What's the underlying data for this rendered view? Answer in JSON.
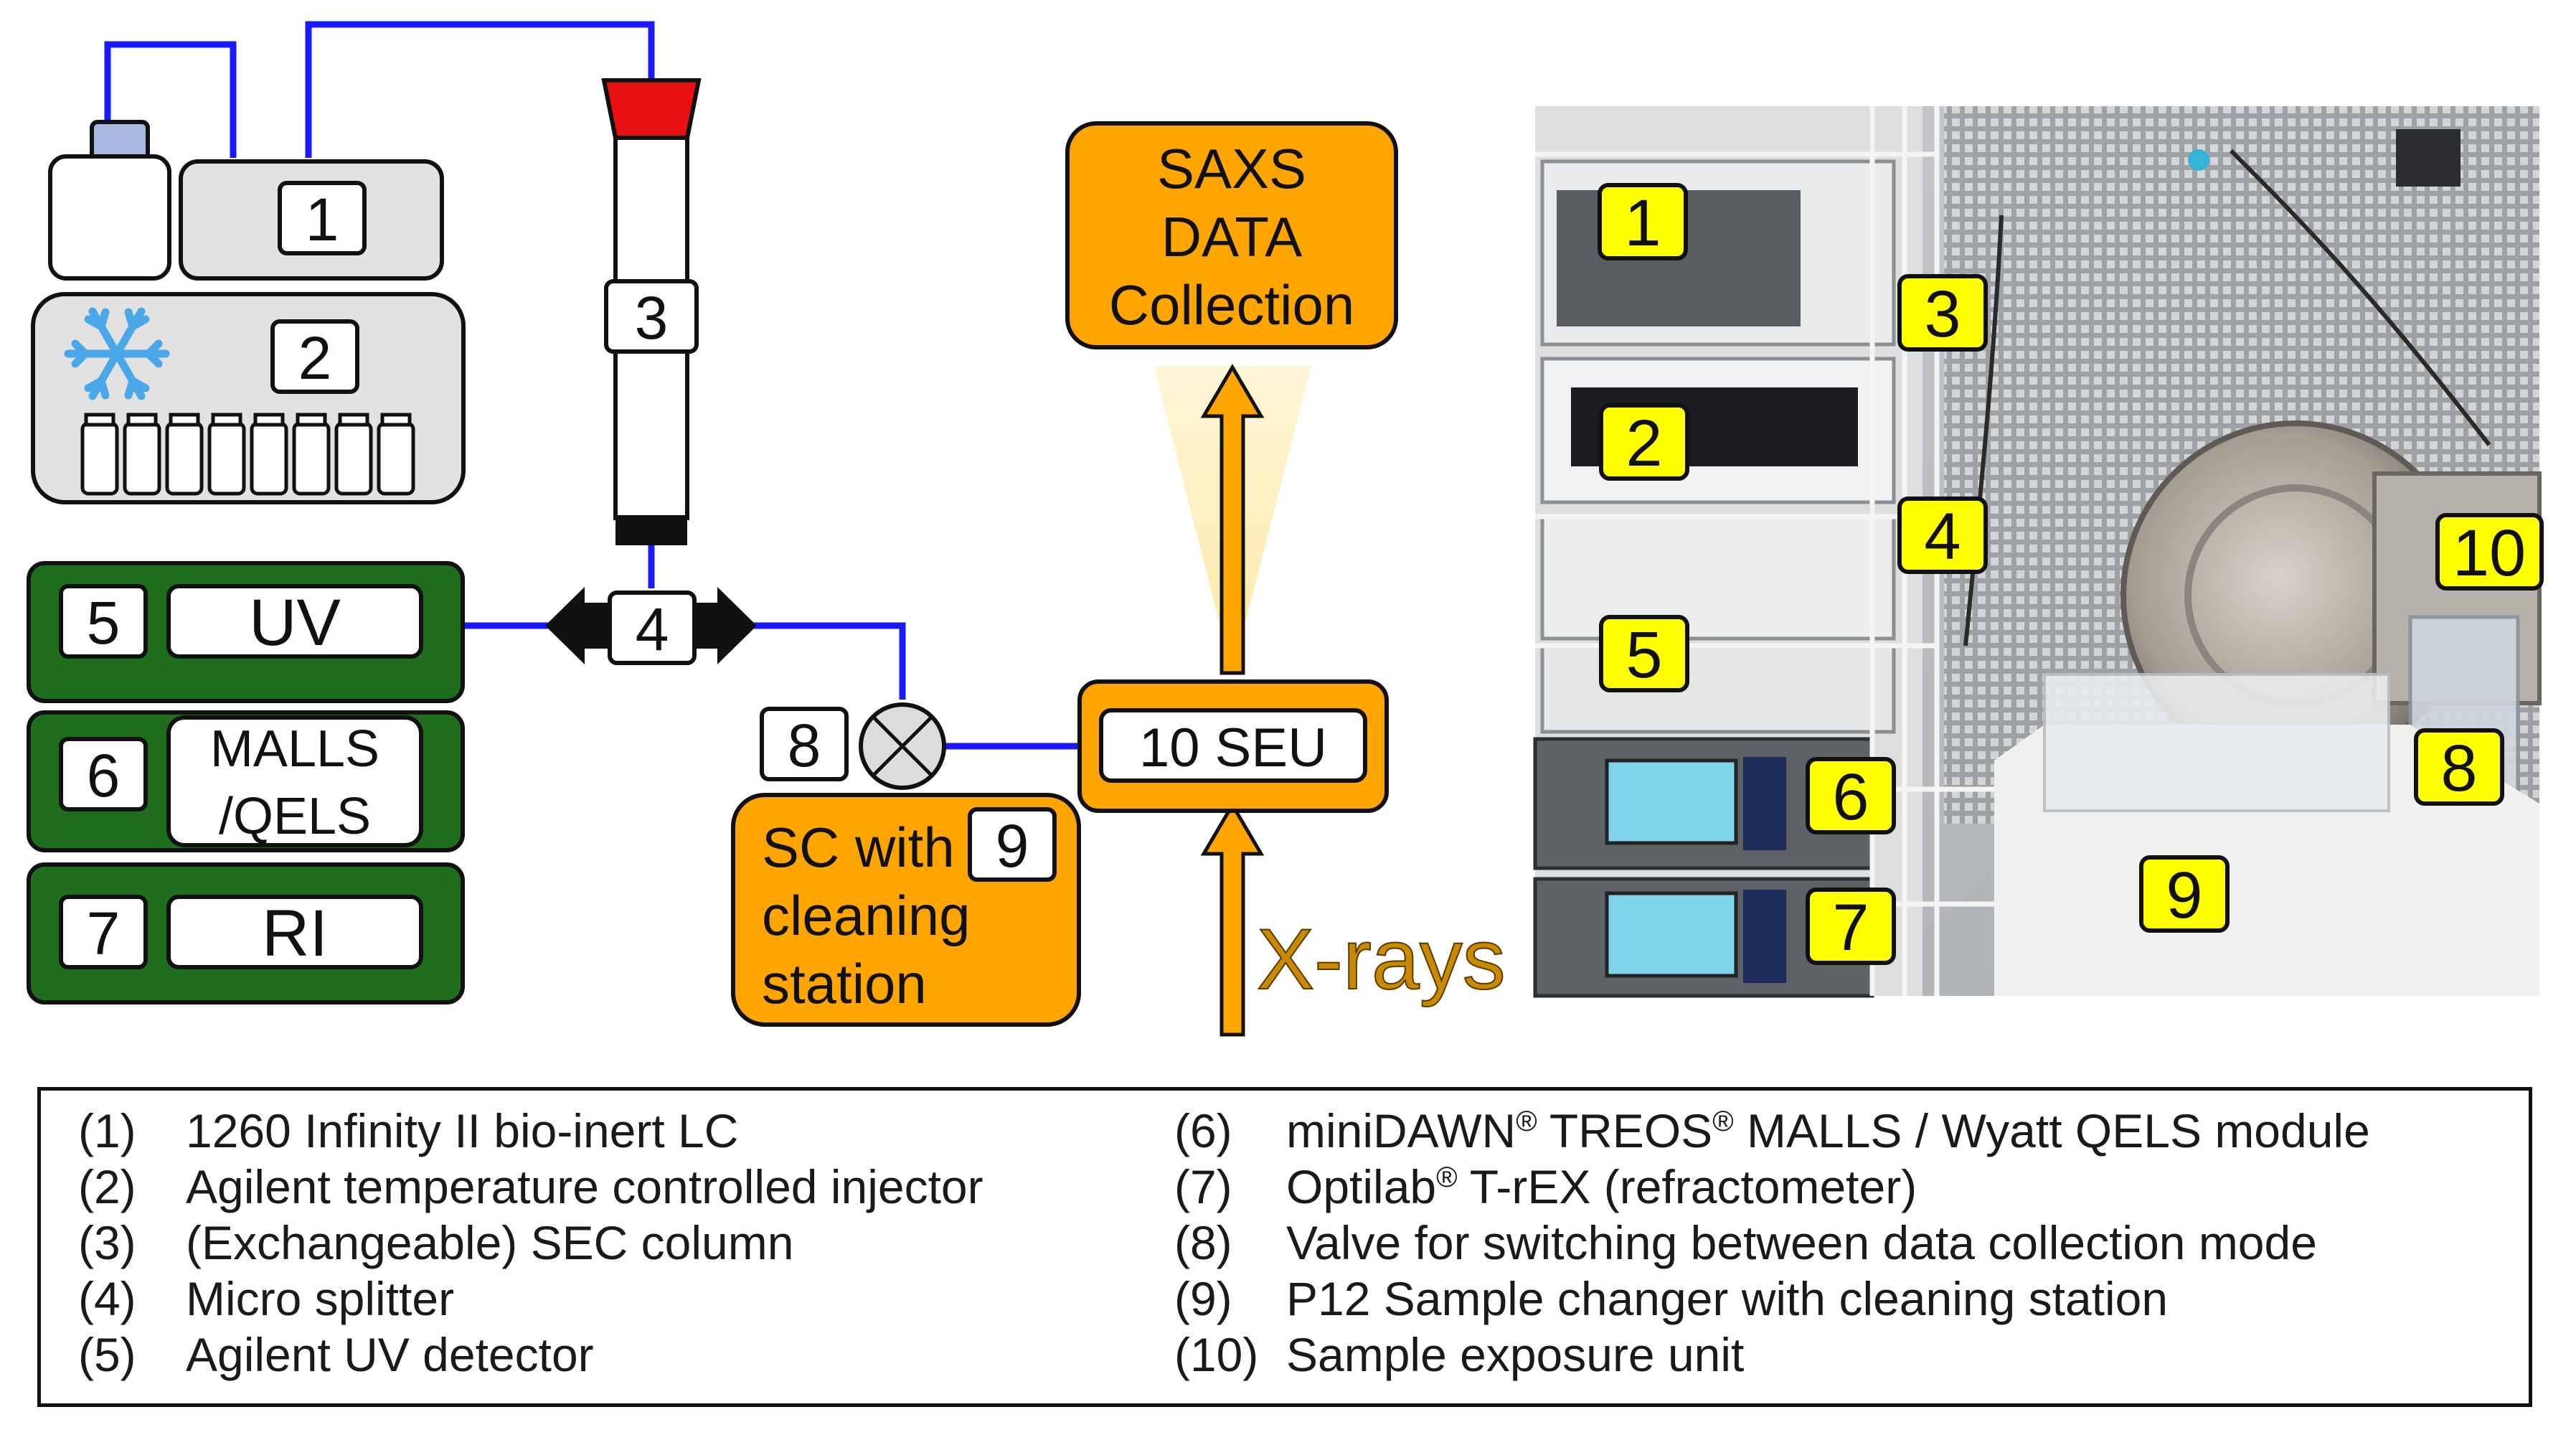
{
  "diagram": {
    "components": {
      "c1": "1",
      "c2": "2",
      "c3": "3",
      "c4": "4",
      "c5_num": "5",
      "c5_label": "UV",
      "c6_num": "6",
      "c6_label_line1": "MALLS",
      "c6_label_line2": "/QELS",
      "c7_num": "7",
      "c7_label": "RI",
      "c8": "8",
      "c9_num": "9",
      "c9_line1": "SC with",
      "c9_line2": "cleaning",
      "c9_line3": "station",
      "seu": "10 SEU",
      "saxs_line1": "SAXS",
      "saxs_line2": "DATA",
      "saxs_line3": "Collection",
      "xrays": "X-rays"
    },
    "colors": {
      "tube": "#1a1aff",
      "detector_green": "#1e6e1e",
      "orange": "#ffa500",
      "column_cap": "#e81010",
      "bottle_cap": "#a8b8e0",
      "snowflake": "#4aa8e8",
      "photo_label": "#ffff00",
      "xrays_text": "#c98a00"
    },
    "icons": [
      "snowflake-icon",
      "valve-icon",
      "arrow-up-icon",
      "splitter-arrows-icon"
    ]
  },
  "photo": {
    "labels": [
      "1",
      "3",
      "2",
      "4",
      "10",
      "5",
      "8",
      "6",
      "9",
      "7"
    ]
  },
  "legend": {
    "left": [
      {
        "num": "(1)",
        "text": "1260 Infinity II bio-inert LC"
      },
      {
        "num": "(2)",
        "text": "Agilent temperature controlled injector"
      },
      {
        "num": "(3)",
        "text": "(Exchangeable) SEC column"
      },
      {
        "num": "(4)",
        "text": "Micro splitter"
      },
      {
        "num": "(5)",
        "text": "Agilent UV detector"
      }
    ],
    "right": [
      {
        "num": "(6)",
        "text_a": "miniDAWN",
        "text_b": " TREOS",
        "text_c": " MALLS / Wyatt QELS module",
        "sup": "®"
      },
      {
        "num": "(7)",
        "text_a": "Optilab",
        "text_b": " T-rEX (refractometer)",
        "sup": "®"
      },
      {
        "num": "(8)",
        "text": "Valve for switching between data collection mode"
      },
      {
        "num": "(9)",
        "text": "P12 Sample changer with cleaning station"
      },
      {
        "num": "(10)",
        "text": "Sample exposure unit"
      }
    ]
  }
}
